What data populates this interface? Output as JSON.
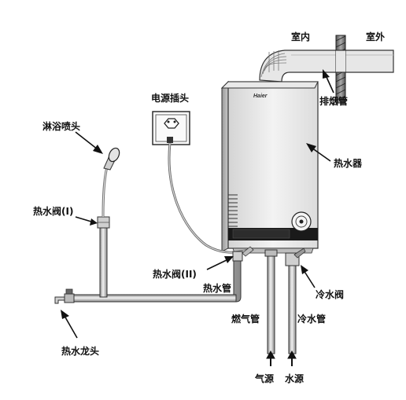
{
  "labels": {
    "indoor": "室内",
    "outdoor": "室外",
    "exhaust_pipe": "排烟管",
    "power_plug": "电源插头",
    "shower_head": "淋浴喷头",
    "water_heater": "热水器",
    "hot_valve_1": "热水阀(I)",
    "hot_valve_2": "热水阀(II)",
    "hot_water_pipe": "热水管",
    "cold_valve": "冷水阀",
    "gas_pipe": "燃气管",
    "cold_water_pipe": "冷水管",
    "hot_faucet": "热水龙头",
    "gas_source": "气源",
    "water_source": "水源"
  },
  "brand": "Haier"
}
